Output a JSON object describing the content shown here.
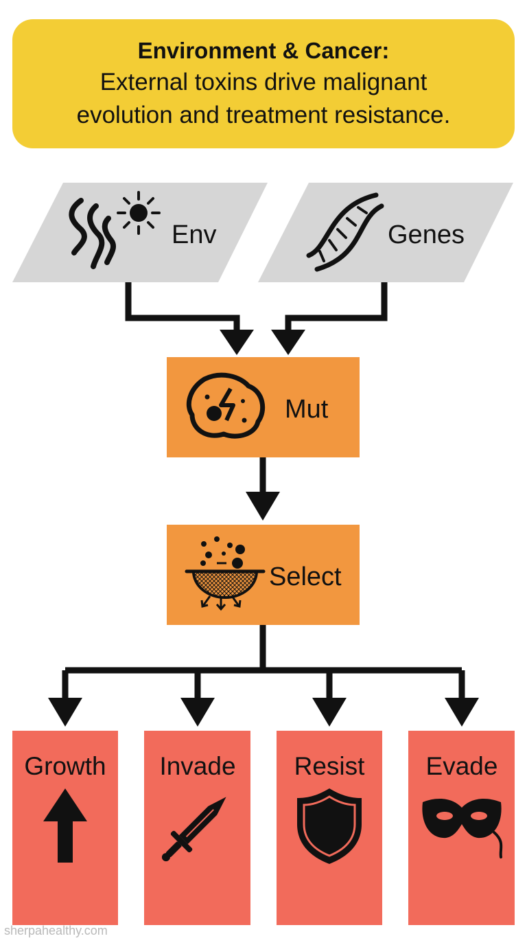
{
  "header": {
    "title": "Environment & Cancer:",
    "subtitle_line1": "External toxins drive malignant",
    "subtitle_line2": "evolution and treatment resistance."
  },
  "inputs": [
    {
      "label": "Env",
      "icons": [
        "smoke-icon",
        "sun-icon"
      ]
    },
    {
      "label": "Genes",
      "icons": [
        "dna-icon"
      ]
    }
  ],
  "steps": [
    {
      "label": "Mut",
      "icon": "damaged-cell-icon"
    },
    {
      "label": "Select",
      "icon": "sieve-icon"
    }
  ],
  "outcomes": [
    {
      "label": "Growth",
      "icon": "up-arrow-icon"
    },
    {
      "label": "Invade",
      "icon": "dagger-icon"
    },
    {
      "label": "Resist",
      "icon": "shield-icon"
    },
    {
      "label": "Evade",
      "icon": "mask-icon"
    }
  ],
  "colors": {
    "banner": "#f3cd35",
    "input_box": "#d6d6d6",
    "step_box": "#f2973f",
    "outcome_box": "#f26b5b",
    "arrow": "#111111"
  },
  "watermark": "sherpahealthy.com"
}
